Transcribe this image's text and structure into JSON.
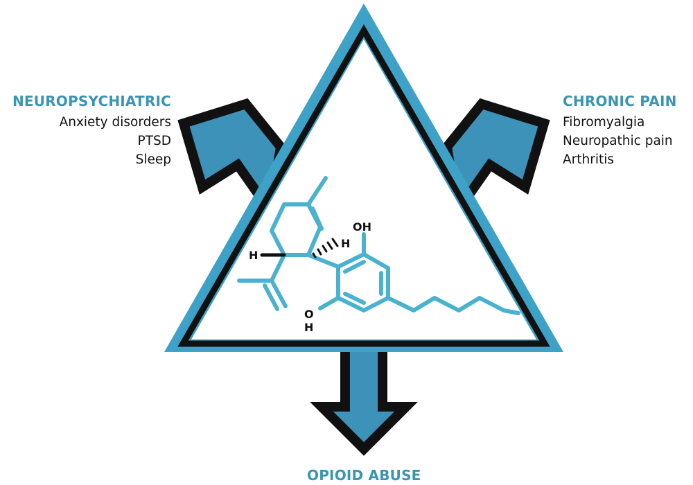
{
  "colors": {
    "accent": "#3a95b5",
    "triangle_outer": "#3ea2c8",
    "arrow_fill": "#3d92b9",
    "molecule": "#4ab2cf",
    "outline": "#111111"
  },
  "branches": {
    "left": {
      "heading": "NEUROPSYCHIATRIC",
      "items": [
        "Anxiety disorders",
        "PTSD",
        "Sleep"
      ]
    },
    "right": {
      "heading": "CHRONIC PAIN",
      "items": [
        "Fibromyalgia",
        "Neuropathic pain",
        "Arthritis"
      ]
    },
    "bottom": {
      "heading": "OPIOID ABUSE"
    }
  },
  "molecule": {
    "labels": {
      "oh_top": "OH",
      "oh_bottom_o": "O",
      "oh_bottom_h": "H",
      "h_left": "H",
      "h_right": "H"
    }
  },
  "icons": {
    "central": "triangle-icon",
    "structure": "cannabidiol-molecule-icon",
    "arrows": [
      "arrow-up-left-icon",
      "arrow-up-right-icon",
      "arrow-down-icon"
    ]
  }
}
